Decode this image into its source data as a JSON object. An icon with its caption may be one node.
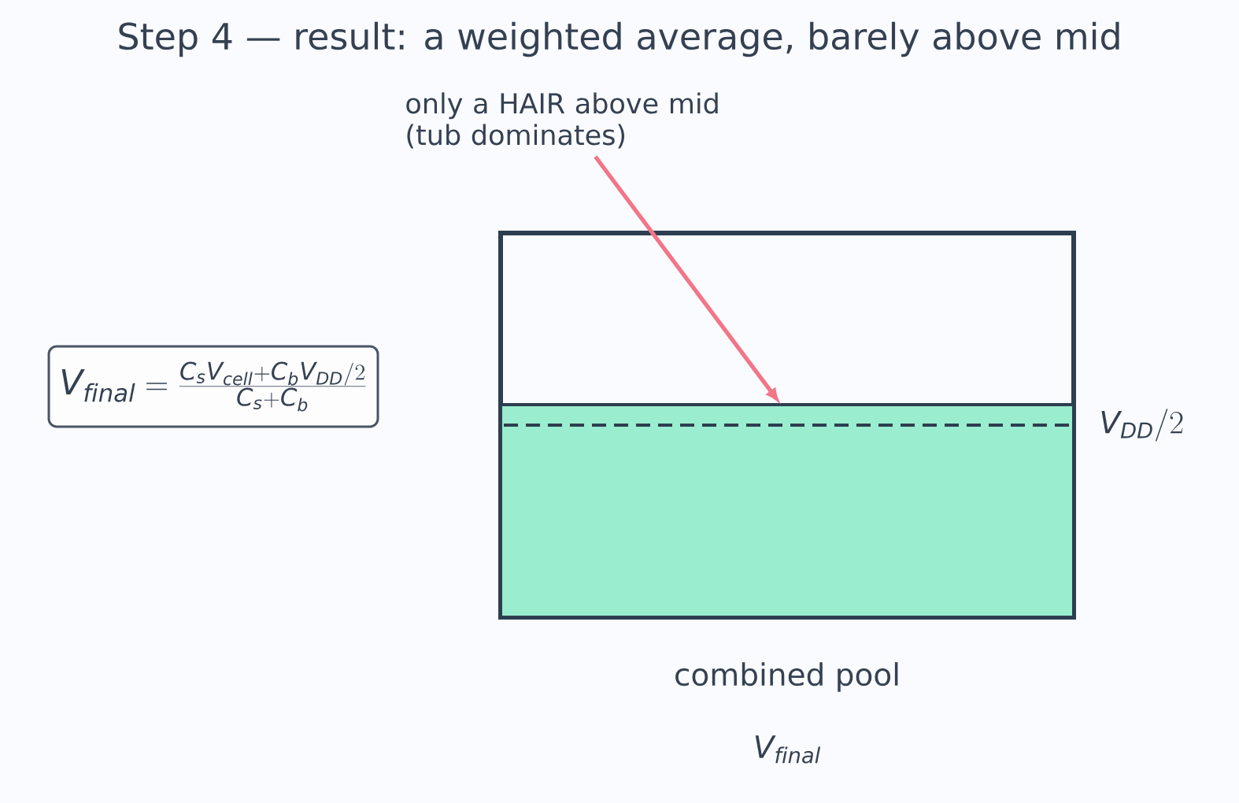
{
  "diagram": {
    "title": "Step 4 — result: a weighted average, barely above mid",
    "nodes": [
      {
        "text": [
          "only a HAIR above mid (tub dominates)"
        ]
      },
      {
        "text": [],
        "shape": "box",
        "beside": [
          "combined pool",
          "V_{final}"
        ]
      },
      {
        "text": [],
        "shape": "box",
        "in": 1
      },
      {
        "text": [
          "V_{final} = \\frac{C_s V_{cell} + C_b V_{DD}/2}{C_s + C_b}"
        ]
      }
    ],
    "edges": [
      {
        "from": 0,
        "to": 2,
        "arrow": "to",
        "color": "#f27588"
      }
    ],
    "labels": [
      "V_{DD}/2"
    ]
  }
}
